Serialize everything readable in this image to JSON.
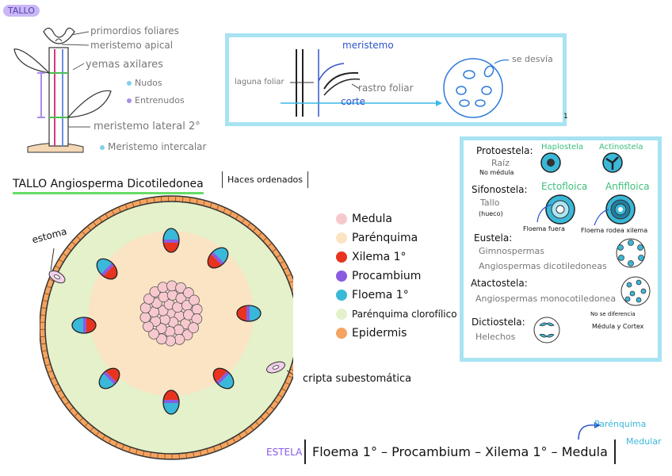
{
  "title_tag": "TALLO",
  "stem_labels": {
    "primordios": "primordios foliares",
    "meristemo_apical": "meristemo apical",
    "yemas": "yemas axilares",
    "nudos": "Nudos",
    "entrenudos": "Entrenudos",
    "meristemo_lateral": "meristemo lateral 2°",
    "meristemo_intercalar": "Meristemo intercalar"
  },
  "meristem_box": {
    "meristemo": "meristemo",
    "laguna": "laguna foliar",
    "rastro": "rastro foliar",
    "corte": "corte",
    "se_desvia": "se desvía",
    "page_num": "1"
  },
  "section_title": "TALLO Angiosperma Dicotiledonea",
  "section_note": "Haces ordenados",
  "cross_labels": {
    "estoma": "estoma",
    "cripta": "cripta subestomática"
  },
  "legend": [
    {
      "label": "Medula",
      "color": "#f7c9cf"
    },
    {
      "label": "Parénquima",
      "color": "#fbe4c3"
    },
    {
      "label": "Xilema 1°",
      "color": "#e8331e"
    },
    {
      "label": "Procambium",
      "color": "#8a5be0"
    },
    {
      "label": "Floema 1°",
      "color": "#3ab8d9"
    },
    {
      "label": "Parénquima clorofílico",
      "color": "#e4f1cb"
    },
    {
      "label": "Epidermis",
      "color": "#f4a460"
    }
  ],
  "stele_box": {
    "protostela": "Protoestela:",
    "haplostela": "Haplostela",
    "actinostela": "Actinostela",
    "raiz": "Raíz",
    "no_medula": "No médula",
    "sifonostela": "Sifonostela:",
    "tallo": "Tallo",
    "hueco": "(hueco)",
    "ectofloica": "Ectofloica",
    "anfifloica": "Anfifloica",
    "floema_fuera": "Floema fuera",
    "floema_rodea": "Floema rodea xilema",
    "eustela": "Eustela:",
    "gimnospermas": "Gimnospermas",
    "angio_dico": "Angiospermas dicotiledoneas",
    "atactostela": "Atactostela:",
    "angio_mono": "Angiospermas monocotiledonea",
    "no_dif": "No se diferencia",
    "medula_cortex": "Médula y Cortex",
    "dictiostela": "Dictiostela:",
    "helechos": "Helechos"
  },
  "estela": {
    "label": "ESTELA",
    "sequence": "Floema 1° – Procambium – Xilema 1° – Medula",
    "parenquima": "Parénquima",
    "medular": "Medular"
  }
}
